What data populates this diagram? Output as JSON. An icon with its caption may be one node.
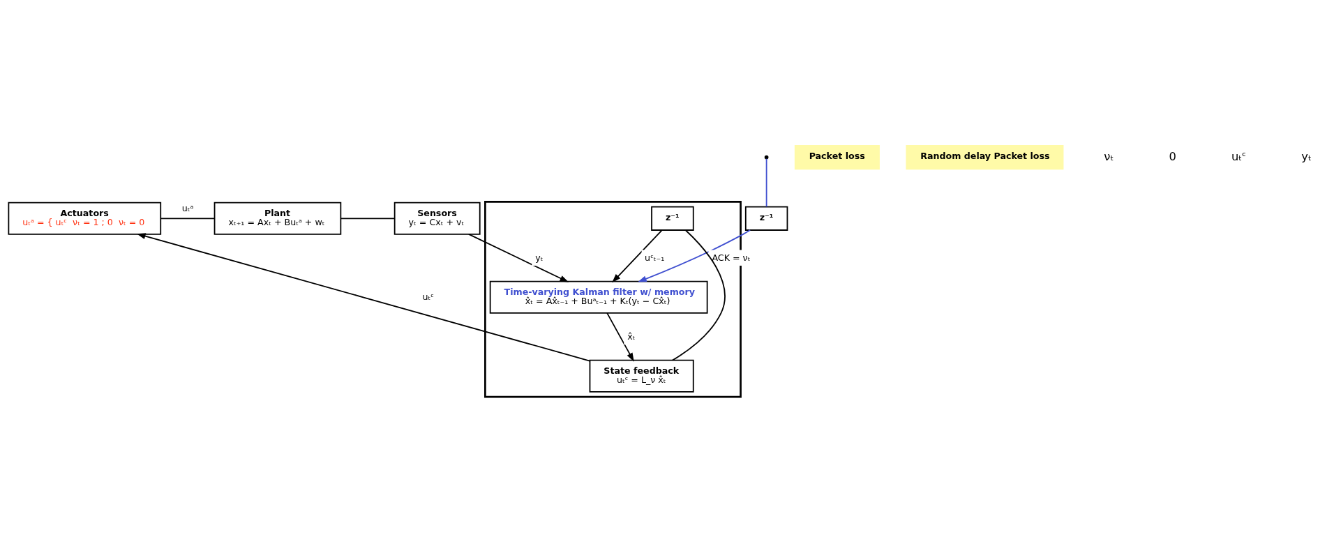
{
  "diagram": {
    "nodes": [
      {
        "text": [
          "Actuators",
          "uₜᵃ = { uₜᶜ  νₜ = 1 ; 0  νₜ = 0"
        ]
      },
      {
        "text": [
          "Plant",
          "xₜ₊₁ = Axₜ + Buₜᵃ + wₜ"
        ]
      },
      {
        "text": [
          "Sensors",
          "yₜ = Cxₜ + vₜ"
        ]
      },
      {
        "text": [
          "Packet loss"
        ]
      },
      {
        "text": [
          "z⁻¹"
        ]
      },
      {
        "text": [
          "Random delay Packet loss"
        ]
      },
      {
        "text": [],
        "shape": "box"
      },
      {
        "text": [
          "z⁻¹"
        ],
        "in": 6
      },
      {
        "text": [
          "State feedback",
          "uₜᶜ = L_ν x̂ₜ"
        ],
        "in": 6
      },
      {
        "text": [
          "Time-varying Kalman filter w/ memory",
          "x̂ₜ = Ax̂ₜ₋₁ + Buᵃₜ₋₁ + Kₜ(yₜ − Cx̂ₜ)"
        ],
        "in": 6
      }
    ],
    "edges": [
      {
        "from": 8,
        "to": 0,
        "arrow": "to",
        "label": "uₜᶜ"
      },
      {
        "from": 0,
        "to": 1,
        "arrow": "none",
        "label": "uₜᵃ"
      },
      {
        "from": 1,
        "to": 2,
        "arrow": "none"
      },
      {
        "from": 2,
        "to": 9,
        "arrow": "to",
        "label": "yₜ"
      },
      {
        "from": null,
        "to": 4,
        "arrow": "none",
        "color": "#4050d0"
      },
      {
        "from": 4,
        "to": 9,
        "arrow": "to",
        "label": "ACK = νₜ",
        "color": "#4050d0"
      },
      {
        "from": 9,
        "to": 8,
        "arrow": "to",
        "label": "x̂ₜ"
      },
      {
        "from": 8,
        "to": 7,
        "arrow": "none"
      },
      {
        "from": 7,
        "to": 9,
        "arrow": "to",
        "label": "uᶜₜ₋₁"
      }
    ],
    "labels": [
      "νₜ",
      "0",
      "uₜᶜ",
      "yₜ"
    ]
  }
}
